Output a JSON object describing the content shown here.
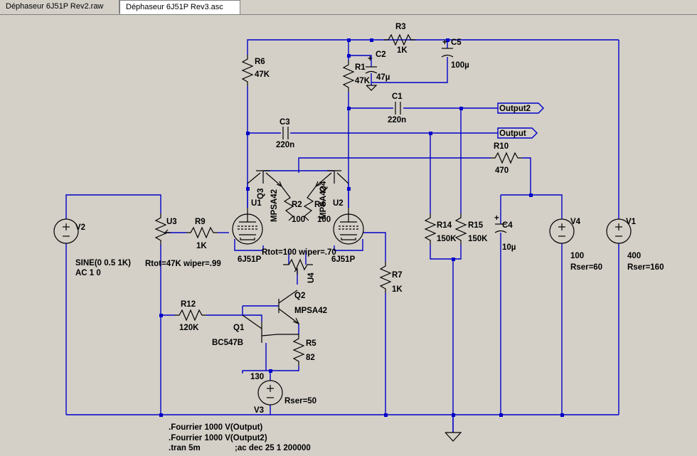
{
  "tabs": [
    {
      "label": "Déphaseur 6J51P Rev2.raw",
      "active": false
    },
    {
      "label": "Déphaseur 6J51P Rev3.asc",
      "active": true
    }
  ],
  "colors": {
    "wire": "#0000c8",
    "background": "#d4d0c8",
    "component": "#000000"
  },
  "components": {
    "r1": {
      "ref": "R1",
      "value": "47K"
    },
    "r2": {
      "ref": "R2",
      "value": "100"
    },
    "r3": {
      "ref": "R3",
      "value": "1K"
    },
    "r4": {
      "ref": "R4",
      "value": "100"
    },
    "r5": {
      "ref": "R5",
      "value": "82"
    },
    "r6": {
      "ref": "R6",
      "value": "47K"
    },
    "r7": {
      "ref": "R7",
      "value": "1K"
    },
    "r9": {
      "ref": "R9",
      "value": "1K"
    },
    "r10": {
      "ref": "R10",
      "value": "470"
    },
    "r12": {
      "ref": "R12",
      "value": "120K"
    },
    "r14": {
      "ref": "R14",
      "value": "150K"
    },
    "r15": {
      "ref": "R15",
      "value": "150K"
    },
    "c1": {
      "ref": "C1",
      "value": "220n"
    },
    "c2": {
      "ref": "C2",
      "value": "47µ"
    },
    "c3": {
      "ref": "C3",
      "value": "220n"
    },
    "c4": {
      "ref": "C4",
      "value": "10µ"
    },
    "c5": {
      "ref": "C5",
      "value": "100µ"
    },
    "q1": {
      "ref": "Q1",
      "value": "BC547B"
    },
    "q2": {
      "ref": "Q2",
      "value": "MPSA42"
    },
    "q3": {
      "ref": "Q3",
      "value": "MPSA42"
    },
    "q4": {
      "ref": "Q4",
      "value": "MPSA42"
    },
    "u1": {
      "ref": "U1",
      "value": "6J51P"
    },
    "u2": {
      "ref": "U2",
      "value": "6J51P"
    },
    "u3": {
      "ref": "U3",
      "value": "Rtot=47K wiper=.99"
    },
    "u4": {
      "ref": "U4",
      "value": "Rtot=100 wiper=.70"
    },
    "v1": {
      "ref": "V1",
      "value": "400",
      "extra": "Rser=160"
    },
    "v2": {
      "ref": "V2",
      "value": "SINE(0 0.5 1K)",
      "extra": "AC 1 0"
    },
    "v3": {
      "ref": "V3",
      "value": "130",
      "extra": "Rser=50"
    },
    "v4": {
      "ref": "V4",
      "value": "100",
      "extra": "Rser=60"
    }
  },
  "net_labels": {
    "output": "Output",
    "output2": "Output2"
  },
  "directives": [
    ".Fourrier 1000 V(Output)",
    ".Fourrier 1000 V(Output2)",
    ".tran 5m",
    ";ac dec 25 1 200000"
  ]
}
